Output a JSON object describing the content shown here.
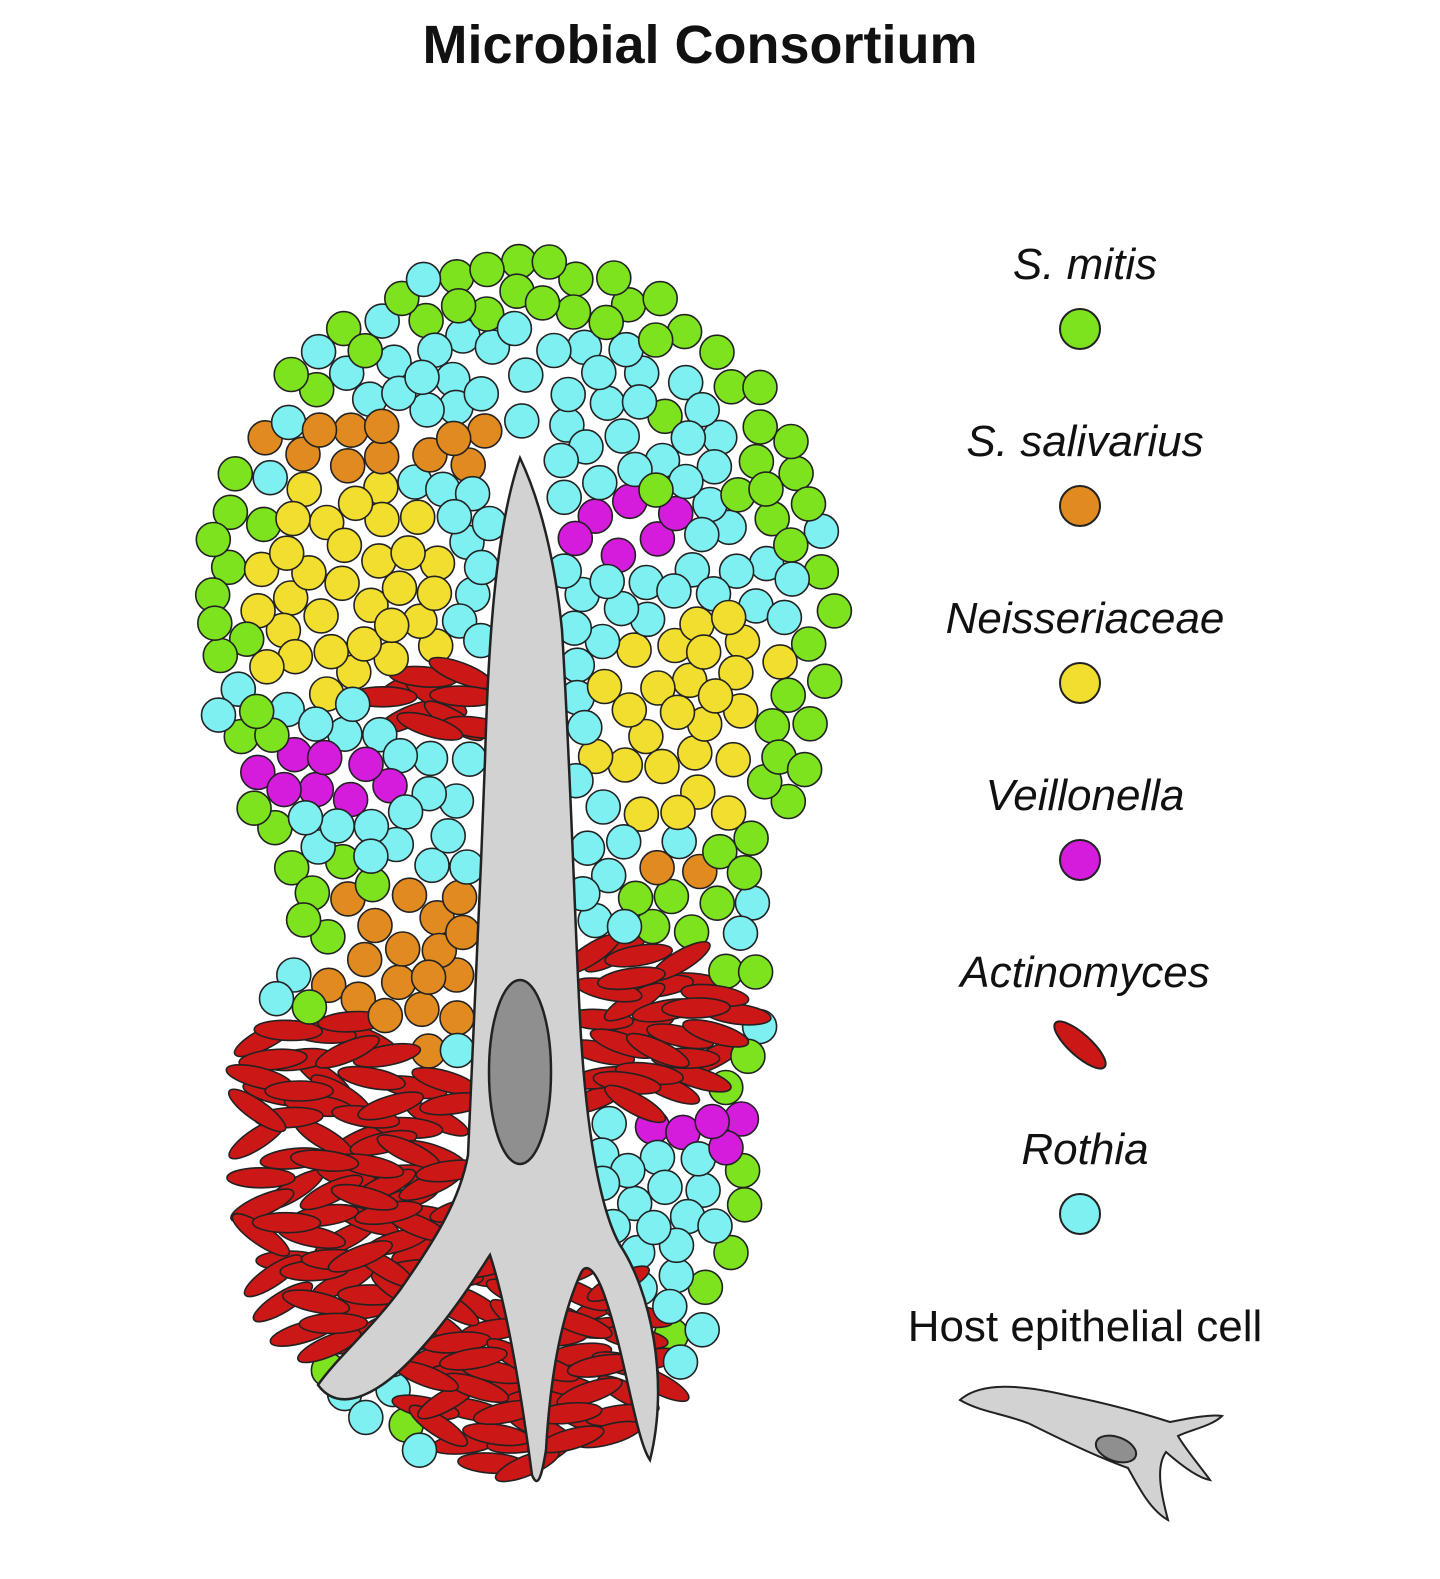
{
  "title": "Microbial Consortium",
  "legend": [
    {
      "key": "s_mitis",
      "label": "S. mitis",
      "italic": true,
      "color": "#7de31f",
      "shape": "circle"
    },
    {
      "key": "s_salivarius",
      "label": "S. salivarius",
      "italic": true,
      "color": "#e18a20",
      "shape": "circle"
    },
    {
      "key": "neisseriaceae",
      "label": "Neisseriaceae",
      "italic": true,
      "color": "#f2de2e",
      "shape": "circle"
    },
    {
      "key": "veillonella",
      "label": "Veillonella",
      "italic": true,
      "color": "#d51cdd",
      "shape": "circle"
    },
    {
      "key": "actinomyces",
      "label": "Actinomyces",
      "italic": true,
      "color": "#cc1717",
      "shape": "rod"
    },
    {
      "key": "rothia",
      "label": "Rothia",
      "italic": true,
      "color": "#7ef0f2",
      "shape": "circle"
    },
    {
      "key": "host",
      "label": "Host epithelial cell",
      "italic": false,
      "color": "#d2d2d2",
      "shape": "cell"
    }
  ],
  "colors": {
    "outline": "#222222",
    "cell_fill": "#d2d2d2",
    "nucleus_fill": "#8f8f8f"
  }
}
